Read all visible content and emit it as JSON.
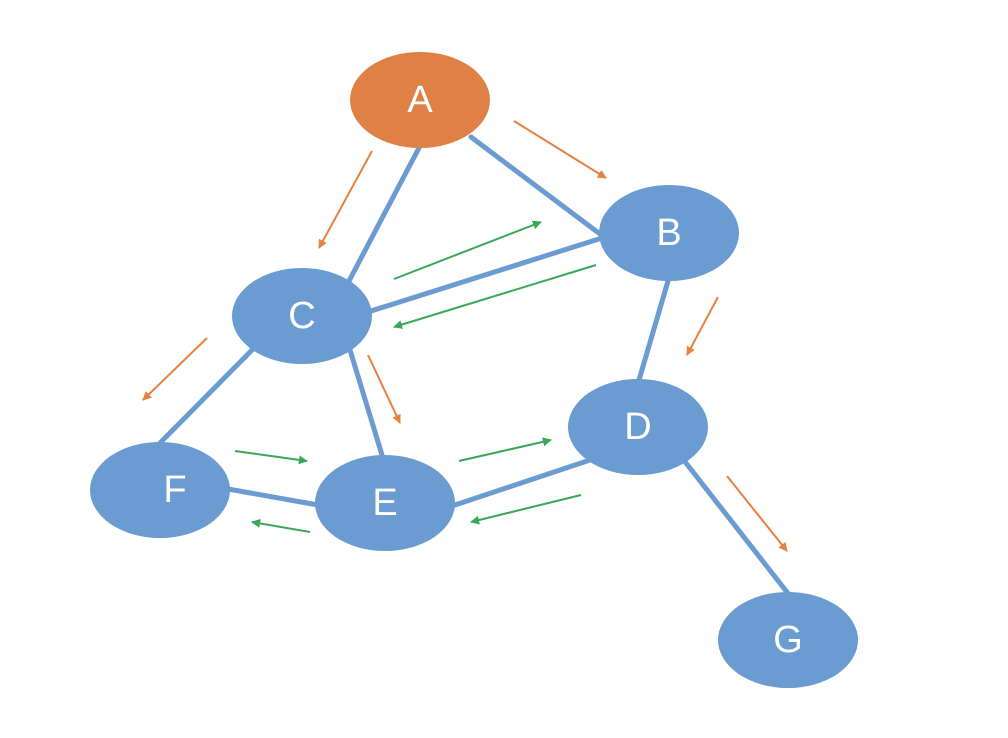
{
  "colors": {
    "node_default": "#6a9bd1",
    "node_start": "#df8046",
    "edge": "#6a9bd1",
    "arrow_orange": "#e6813e",
    "arrow_green": "#3aa757",
    "label": "#ffffff"
  },
  "nodes": [
    {
      "id": "A",
      "label": "A",
      "start": true
    },
    {
      "id": "B",
      "label": "B"
    },
    {
      "id": "C",
      "label": "C"
    },
    {
      "id": "D",
      "label": "D"
    },
    {
      "id": "E",
      "label": "E"
    },
    {
      "id": "F",
      "label": "F"
    },
    {
      "id": "G",
      "label": "G"
    }
  ],
  "edges": [
    {
      "from": "A",
      "to": "C"
    },
    {
      "from": "A",
      "to": "B"
    },
    {
      "from": "C",
      "to": "B"
    },
    {
      "from": "B",
      "to": "D"
    },
    {
      "from": "C",
      "to": "F"
    },
    {
      "from": "C",
      "to": "E"
    },
    {
      "from": "F",
      "to": "E"
    },
    {
      "from": "E",
      "to": "D"
    },
    {
      "from": "D",
      "to": "G"
    }
  ],
  "traversal_arrows": [
    {
      "from": "A",
      "to": "C",
      "color": "orange"
    },
    {
      "from": "A",
      "to": "B",
      "color": "orange"
    },
    {
      "from": "C",
      "to": "B",
      "color": "green"
    },
    {
      "from": "B",
      "to": "C",
      "color": "green"
    },
    {
      "from": "B",
      "to": "D",
      "color": "orange"
    },
    {
      "from": "C",
      "to": "F",
      "color": "orange"
    },
    {
      "from": "C",
      "to": "E",
      "color": "orange"
    },
    {
      "from": "F",
      "to": "E",
      "color": "green"
    },
    {
      "from": "E",
      "to": "F",
      "color": "green"
    },
    {
      "from": "E",
      "to": "D",
      "color": "green"
    },
    {
      "from": "D",
      "to": "E",
      "color": "green"
    },
    {
      "from": "D",
      "to": "G",
      "color": "orange"
    }
  ]
}
